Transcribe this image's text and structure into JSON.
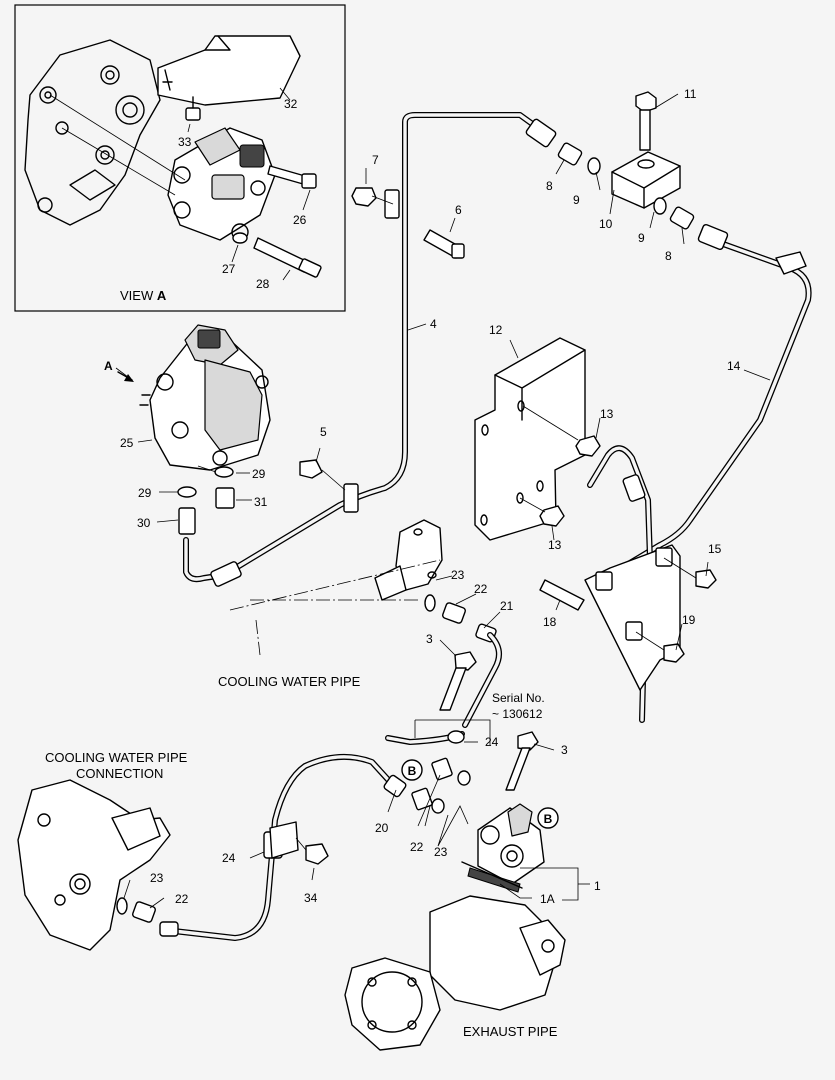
{
  "view_a": {
    "title": "VIEW ",
    "title_letter": "A"
  },
  "view_arrow": "A",
  "markers": [
    "B",
    "B"
  ],
  "serial_note": {
    "line1": "Serial No.",
    "line2": "~ 130612"
  },
  "captions": {
    "cooling_pipe": "COOLING WATER PIPE",
    "connection_line1": "COOLING WATER PIPE",
    "connection_line2": "CONNECTION",
    "exhaust": "EXHAUST PIPE"
  },
  "callouts": {
    "c32": "32",
    "c33": "33",
    "c26": "26",
    "c27": "27",
    "c28": "28",
    "c7": "7",
    "c6": "6",
    "c4": "4",
    "c5": "5",
    "c8a": "8",
    "c9a": "9",
    "c10": "10",
    "c9b": "9",
    "c8b": "8",
    "c11": "11",
    "c12": "12",
    "c13a": "13",
    "c13b": "13",
    "c14": "14",
    "c15": "15",
    "c18": "18",
    "c19": "19",
    "c25": "25",
    "c29a": "29",
    "c29b": "29",
    "c31": "31",
    "c30": "30",
    "c23a": "23",
    "c22a": "22",
    "c21": "21",
    "c3a": "3",
    "c24a": "24",
    "c3b": "3",
    "c20": "20",
    "c22b": "22",
    "c23b": "23",
    "c1": "1",
    "c1a": "1A",
    "c24b": "24",
    "c34": "34",
    "c23c": "23",
    "c22c": "22"
  }
}
